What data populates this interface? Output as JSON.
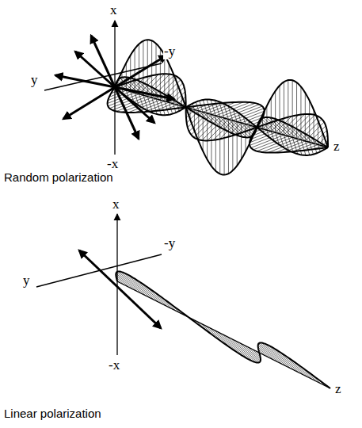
{
  "diagram": {
    "labels": [
      "x",
      "-y",
      "y",
      "-x",
      "z",
      "Random polarization",
      "x",
      "-y",
      "y",
      "-x",
      "z",
      "Linear polarization"
    ]
  }
}
